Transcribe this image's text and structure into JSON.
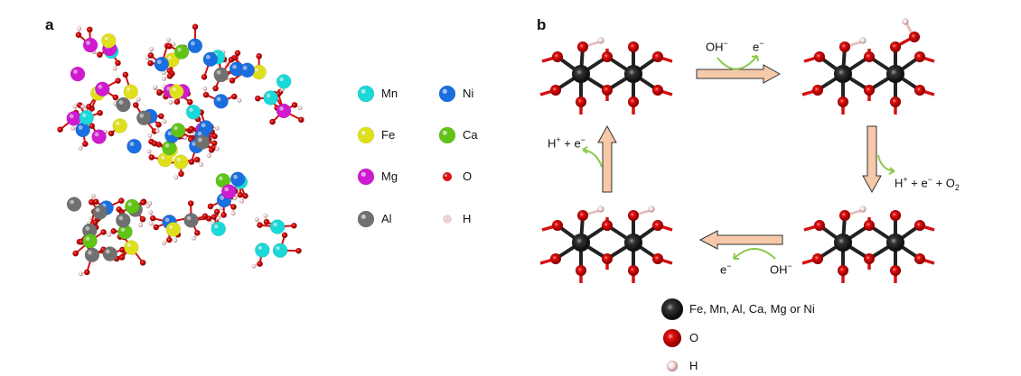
{
  "panels": {
    "a": "a",
    "b": "b"
  },
  "legend_a": [
    {
      "label": "Mn",
      "color": "#19d9d9"
    },
    {
      "label": "Ni",
      "color": "#1a6fe0"
    },
    {
      "label": "Fe",
      "color": "#e0e01a"
    },
    {
      "label": "Ca",
      "color": "#5fc416"
    },
    {
      "label": "Mg",
      "color": "#d01ad0"
    },
    {
      "label": "O",
      "color": "#e01010"
    },
    {
      "label": "Al",
      "color": "#707070"
    },
    {
      "label": "H",
      "color": "#f0d0d0"
    }
  ],
  "steps": {
    "step1_in": "OH",
    "step1_in_sup": "−",
    "step1_out": "e",
    "step1_out_sup": "−",
    "step2": "H",
    "step2_sup": "+",
    "step2_b": " + e",
    "step2_b_sup": "−",
    "step2_c": " + O",
    "step2_c_sub": "2",
    "step3_in": "OH",
    "step3_in_sup": "−",
    "step3_out": "e",
    "step3_out_sup": "−",
    "step4": "H",
    "step4_sup": "+",
    "step4_b": " + e",
    "step4_b_sup": "−"
  },
  "legend_b": [
    {
      "label": "Fe, Mn, Al, Ca, Mg or Ni",
      "color": "#222222"
    },
    {
      "label": "O",
      "color": "#e01010"
    },
    {
      "label": "H",
      "color": "#f0d0d0"
    }
  ]
}
